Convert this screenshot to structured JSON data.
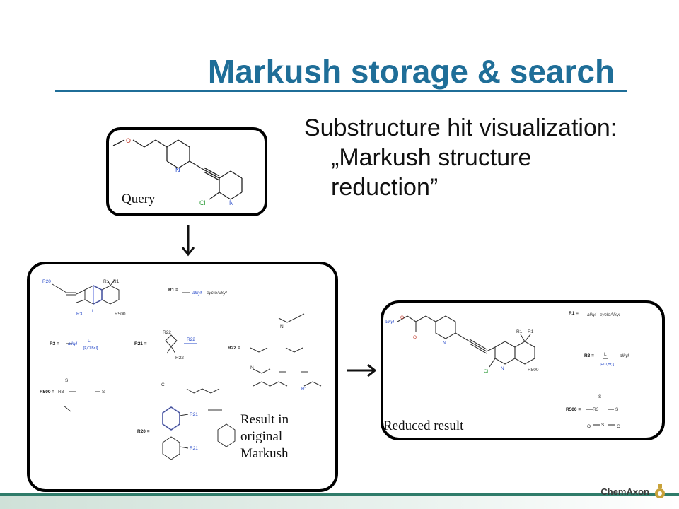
{
  "slide": {
    "title": "Markush storage & search",
    "bullet": {
      "line1": "Substructure hit visualization:",
      "line2": "„Markush structure",
      "line3": "reduction”"
    },
    "captions": {
      "query": "Query",
      "result_line1": "Result in",
      "result_line2": "original",
      "result_line3": "Markush",
      "reduced": "Reduced result"
    },
    "structure_labels": {
      "O": "O",
      "N": "N",
      "Cl": "Cl",
      "R20": "R20",
      "R21": "R21",
      "R22": "R22",
      "R1": "R1",
      "R3": "R3",
      "R500": "R500",
      "L": "L",
      "alkyl": "alkyl",
      "cycloAlkyl": "cycloAlkyl",
      "R1_def": "R1 =",
      "R3_def": "R3 =",
      "R500_def": "R500 =",
      "R20_def": "R20 =",
      "R21_def": "R21 =",
      "R22_def": "R22 =",
      "halogens": "[F,Cl,Br,I]",
      "S": "S",
      "C": "C"
    },
    "logo": {
      "text": "ChemAxon",
      "accent": "#c8a23a"
    },
    "colors": {
      "title": "#1f6e98",
      "highlight": "#3a4fd8",
      "footer": "#2f7c6a"
    }
  }
}
